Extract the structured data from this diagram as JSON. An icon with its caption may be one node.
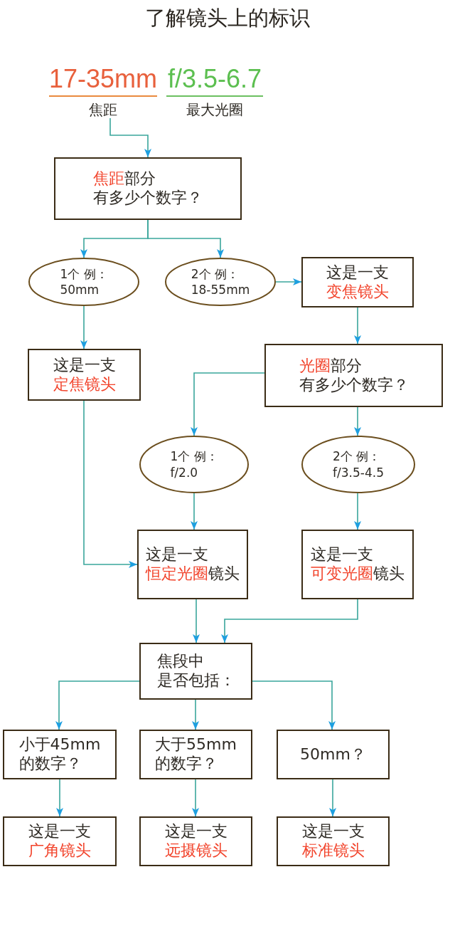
{
  "diagram": {
    "title": "了解镜头上的标识",
    "nodes": [
      {
        "text": [
          "17-35mm",
          "焦距"
        ]
      },
      {
        "text": [
          "**焦距**部分有多少个数字？"
        ]
      },
      {
        "text": [
          "1个 例：50mm"
        ]
      },
      {
        "text": [
          "2个 例：18-55mm"
        ]
      },
      {
        "text": [
          "这是一支**变焦镜头**"
        ]
      },
      {
        "text": [
          "这是一支**定焦镜头**"
        ]
      },
      {
        "text": [
          "**光圈**部分有多少个数字？"
        ]
      },
      {
        "text": [
          "1个 例：f/2.0"
        ]
      },
      {
        "text": [
          "2个 例：f/3.5-4.5"
        ]
      },
      {
        "text": [
          "这是一支**恒定光圈**镜头"
        ]
      },
      {
        "text": [
          "这是一支**可变光圈**镜头"
        ]
      },
      {
        "text": [
          "焦段中是否包括："
        ]
      },
      {
        "text": [
          "小于45mm的数字？"
        ]
      },
      {
        "text": [
          "大于55mm的数字？"
        ]
      },
      {
        "text": [
          "50mm？"
        ]
      },
      {
        "text": [
          "这是一支**广角镜头**"
        ]
      },
      {
        "text": [
          "这是一支**远摄镜头**"
        ]
      },
      {
        "text": [
          "这是一支**标准镜头**"
        ]
      }
    ],
    "edges": [
      {
        "from": 0,
        "to": 1,
        "arrow": "to"
      },
      {
        "from": 1,
        "to": 2,
        "arrow": "to"
      },
      {
        "from": 1,
        "to": 3,
        "arrow": "to"
      },
      {
        "from": 3,
        "to": 4,
        "arrow": "to"
      },
      {
        "from": 2,
        "to": 5,
        "arrow": "to"
      },
      {
        "from": 4,
        "to": 6,
        "arrow": "to"
      },
      {
        "from": 6,
        "to": 7,
        "arrow": "to"
      },
      {
        "from": 6,
        "to": 8,
        "arrow": "to"
      },
      {
        "from": 5,
        "to": 9,
        "arrow": "to"
      },
      {
        "from": 7,
        "to": 9,
        "arrow": "to"
      },
      {
        "from": 8,
        "to": 10,
        "arrow": "to"
      },
      {
        "from": 9,
        "to": 11,
        "arrow": "to"
      },
      {
        "from": 10,
        "to": 11,
        "arrow": "to"
      },
      {
        "from": 11,
        "to": 12,
        "arrow": "to"
      },
      {
        "from": 11,
        "to": 13,
        "arrow": "to"
      },
      {
        "from": 11,
        "to": 14,
        "arrow": "to"
      },
      {
        "from": 12,
        "to": 15,
        "arrow": "to"
      },
      {
        "from": 13,
        "to": 16,
        "arrow": "to"
      },
      {
        "from": 14,
        "to": 17,
        "arrow": "to"
      }
    ],
    "labels": [
      "f/3.5-6.7",
      "最大光圈"
    ]
  }
}
